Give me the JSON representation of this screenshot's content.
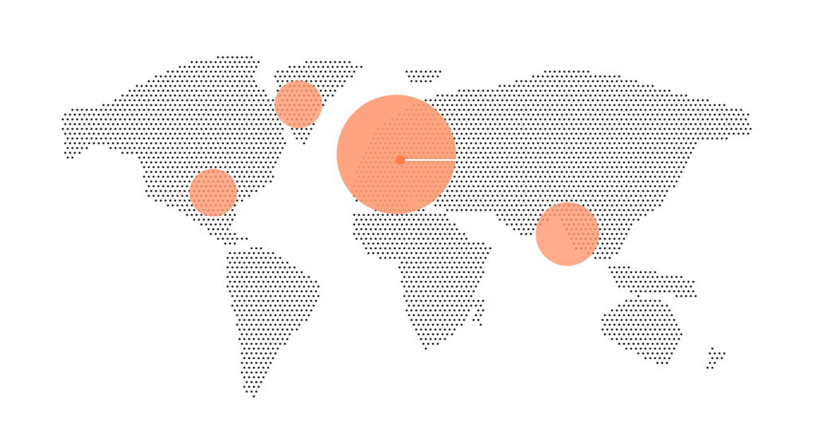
{
  "map": {
    "style": "dotted-world-map",
    "dot_color": "#2b2b2b",
    "bubble_color": "#ff9a73",
    "accent_color": "#ff7f50",
    "markers": [
      {
        "name": "greenland-canada",
        "size": 30
      },
      {
        "name": "north-america",
        "size": 30
      },
      {
        "name": "europe",
        "size": 75,
        "selected": true
      },
      {
        "name": "south-asia",
        "size": 40
      }
    ]
  }
}
